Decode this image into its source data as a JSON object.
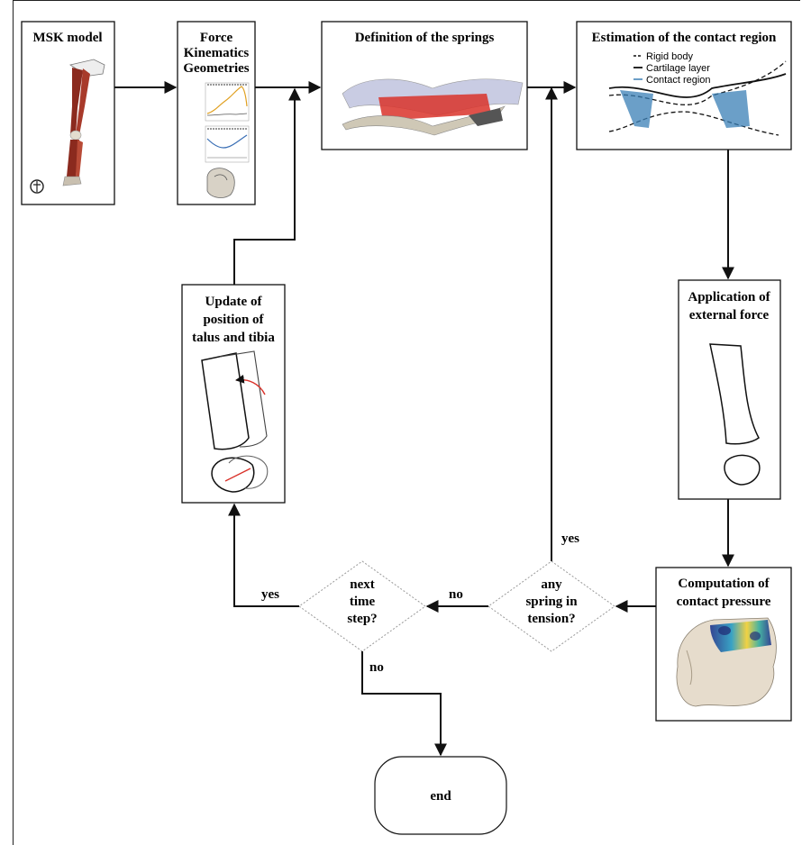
{
  "boxes": {
    "msk": {
      "title": "MSK model"
    },
    "inputs": {
      "line1": "Force",
      "line2": "Kinematics",
      "line3": "Geometries"
    },
    "springs": {
      "title": "Definition of the springs"
    },
    "contact_region": {
      "title": "Estimation of the contact region",
      "legend": [
        "Rigid body",
        "Cartilage layer",
        "Contact region"
      ]
    },
    "external_force": {
      "line1": "Application of",
      "line2": "external force"
    },
    "pressure": {
      "line1": "Computation of",
      "line2": "contact pressure"
    },
    "update": {
      "line1": "Update of",
      "line2": "position of",
      "line3": "talus and tibia"
    }
  },
  "decisions": {
    "tension": {
      "line1": "any",
      "line2": "spring in",
      "line3": "tension?"
    },
    "next": {
      "line1": "next",
      "line2": "time",
      "line3": "step?"
    }
  },
  "terminal": {
    "end": "end"
  },
  "edge_labels": {
    "tension_yes": "yes",
    "tension_no": "no",
    "next_yes": "yes",
    "next_no": "no"
  },
  "colors": {
    "line": "#111111",
    "contact_blue": "#3a7fb5",
    "spring_red": "#d9322a",
    "muscle": "#8b2a1e",
    "bone": "#e3dccf"
  }
}
